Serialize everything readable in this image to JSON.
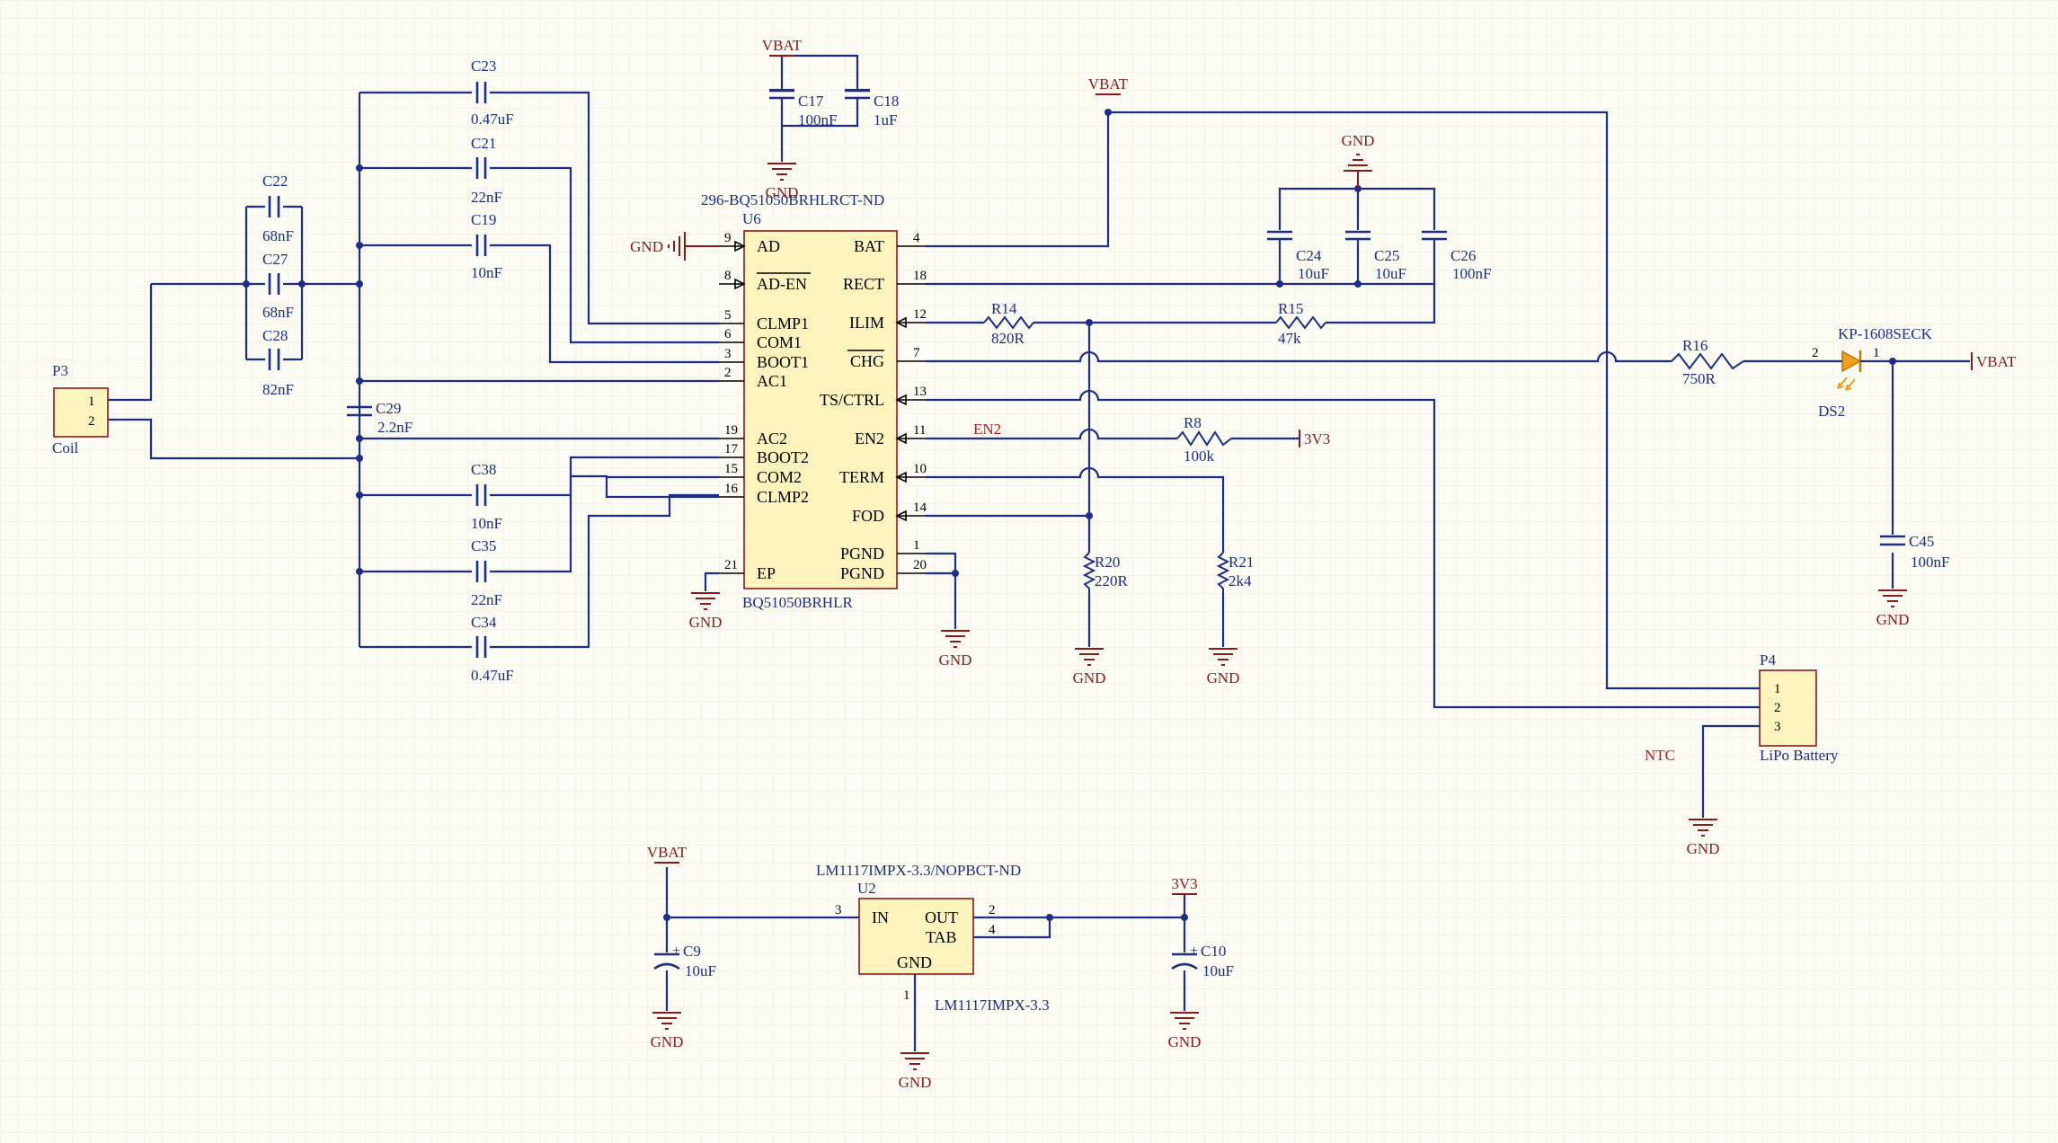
{
  "parts": {
    "u6": {
      "ref": "U6",
      "value": "BQ51050BRHLR",
      "part_number": "296-BQ51050BRHLRCT-ND",
      "pins_left": [
        {
          "num": "9",
          "name": "AD"
        },
        {
          "num": "8",
          "name": "AD-EN"
        },
        {
          "num": "5",
          "name": "CLMP1"
        },
        {
          "num": "6",
          "name": "COM1"
        },
        {
          "num": "3",
          "name": "BOOT1"
        },
        {
          "num": "2",
          "name": "AC1"
        },
        {
          "num": "19",
          "name": "AC2"
        },
        {
          "num": "17",
          "name": "BOOT2"
        },
        {
          "num": "15",
          "name": "COM2"
        },
        {
          "num": "16",
          "name": "CLMP2"
        },
        {
          "num": "21",
          "name": "EP"
        }
      ],
      "pins_right": [
        {
          "num": "4",
          "name": "BAT"
        },
        {
          "num": "18",
          "name": "RECT"
        },
        {
          "num": "12",
          "name": "ILIM"
        },
        {
          "num": "7",
          "name": "CHG"
        },
        {
          "num": "13",
          "name": "TS/CTRL"
        },
        {
          "num": "11",
          "name": "EN2"
        },
        {
          "num": "10",
          "name": "TERM"
        },
        {
          "num": "14",
          "name": "FOD"
        },
        {
          "num": "1",
          "name": "PGND"
        },
        {
          "num": "20",
          "name": "PGND"
        }
      ]
    },
    "u2": {
      "ref": "U2",
      "value": "LM1117IMPX-3.3",
      "part_number": "LM1117IMPX-3.3/NOPBCT-ND",
      "pin_in": {
        "num": "3",
        "name": "IN"
      },
      "pin_out": {
        "num": "2",
        "name": "OUT"
      },
      "pin_tab": {
        "num": "4",
        "name": "TAB"
      },
      "pin_gnd": {
        "num": "1",
        "name": "GND"
      }
    },
    "p3": {
      "ref": "P3",
      "value": "Coil",
      "pin1": "1",
      "pin2": "2"
    },
    "p4": {
      "ref": "P4",
      "value": "LiPo Battery",
      "pin1": "1",
      "pin2": "2",
      "pin3": "3"
    },
    "ds2": {
      "ref": "DS2",
      "value": "KP-1608SECK",
      "pin_a": "2",
      "pin_k": "1"
    },
    "caps": {
      "c23": {
        "ref": "C23",
        "value": "0.47uF"
      },
      "c21": {
        "ref": "C21",
        "value": "22nF"
      },
      "c19": {
        "ref": "C19",
        "value": "10nF"
      },
      "c22": {
        "ref": "C22",
        "value": "68nF"
      },
      "c27": {
        "ref": "C27",
        "value": "68nF"
      },
      "c28": {
        "ref": "C28",
        "value": "82nF"
      },
      "c29": {
        "ref": "C29",
        "value": "2.2nF"
      },
      "c38": {
        "ref": "C38",
        "value": "10nF"
      },
      "c35": {
        "ref": "C35",
        "value": "22nF"
      },
      "c34": {
        "ref": "C34",
        "value": "0.47uF"
      },
      "c17": {
        "ref": "C17",
        "value": "100nF"
      },
      "c18": {
        "ref": "C18",
        "value": "1uF"
      },
      "c24": {
        "ref": "C24",
        "value": "10uF"
      },
      "c25": {
        "ref": "C25",
        "value": "10uF"
      },
      "c26": {
        "ref": "C26",
        "value": "100nF"
      },
      "c45": {
        "ref": "C45",
        "value": "100nF"
      },
      "c9": {
        "ref": "C9",
        "value": "10uF"
      },
      "c10": {
        "ref": "C10",
        "value": "10uF"
      }
    },
    "resistors": {
      "r14": {
        "ref": "R14",
        "value": "820R"
      },
      "r15": {
        "ref": "R15",
        "value": "47k"
      },
      "r16": {
        "ref": "R16",
        "value": "750R"
      },
      "r8": {
        "ref": "R8",
        "value": "100k"
      },
      "r20": {
        "ref": "R20",
        "value": "220R"
      },
      "r21": {
        "ref": "R21",
        "value": "2k4"
      }
    }
  },
  "nets": {
    "vbat": "VBAT",
    "gnd": "GND",
    "v3v3": "3V3",
    "en2": "EN2",
    "ntc": "NTC"
  }
}
